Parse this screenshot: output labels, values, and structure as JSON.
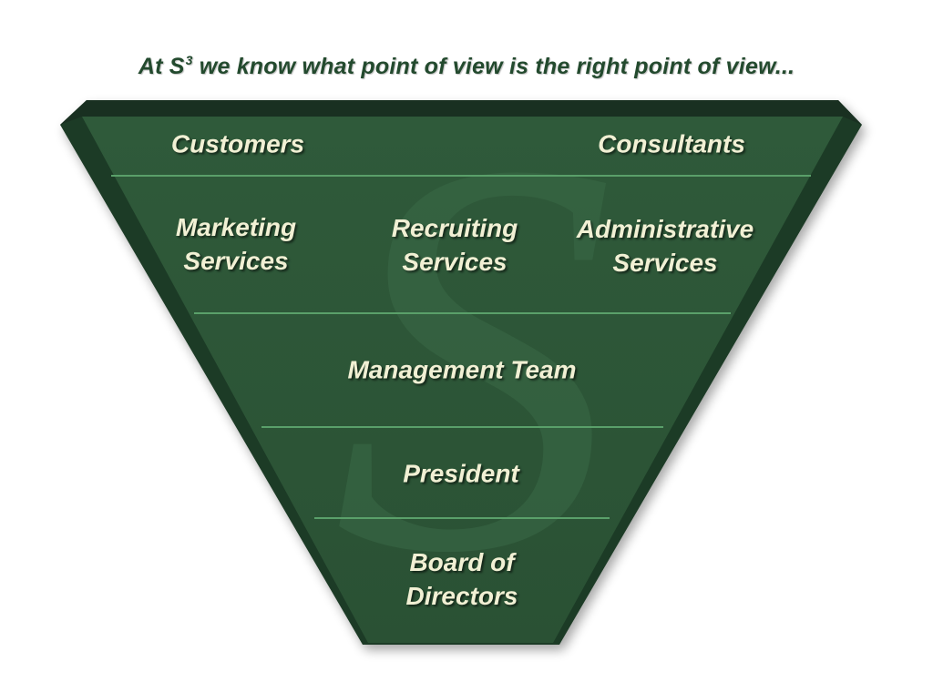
{
  "headline": {
    "prefix": "At S",
    "superscript": "3",
    "suffix": " we know what point of view is the right point of view..."
  },
  "watermark": {
    "text": "S"
  },
  "tiers": [
    {
      "labels": [
        {
          "lines": [
            "Customers"
          ]
        },
        {
          "lines": [
            "Consultants"
          ]
        }
      ]
    },
    {
      "labels": [
        {
          "lines": [
            "Marketing",
            "Services"
          ]
        },
        {
          "lines": [
            "Recruiting",
            "Services"
          ]
        },
        {
          "lines": [
            "Administrative",
            "Services"
          ]
        }
      ]
    },
    {
      "labels": [
        {
          "lines": [
            "Management Team"
          ]
        }
      ]
    },
    {
      "labels": [
        {
          "lines": [
            "President"
          ]
        }
      ]
    },
    {
      "labels": [
        {
          "lines": [
            "Board of",
            "Directors"
          ]
        }
      ]
    }
  ],
  "colors": {
    "headline": "#234a2e",
    "pyramid_outer": "#1f3a26",
    "pyramid_inner": "#2e5739",
    "pyramid_bevel": "#3c6a48",
    "divider": "#5aa06a",
    "label_text": "#f1f0d4"
  }
}
